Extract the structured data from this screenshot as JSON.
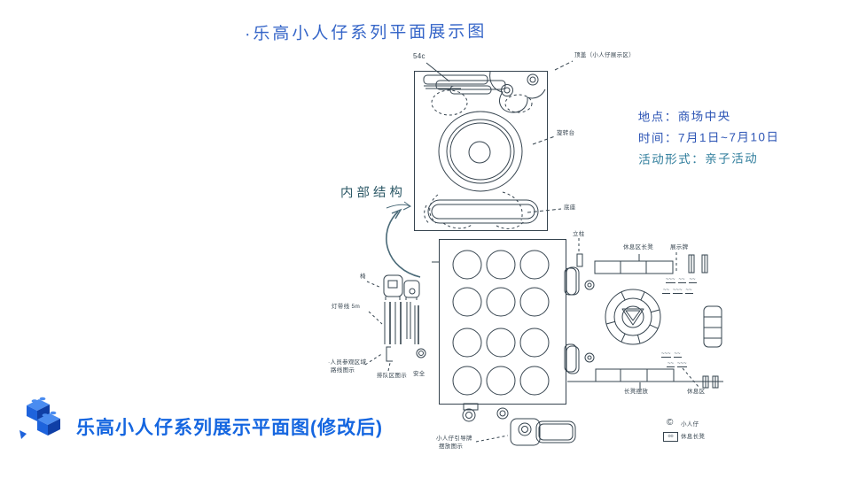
{
  "slide": {
    "background": "#ffffff"
  },
  "title_handwritten": "·乐高小人仔系列平面展示图",
  "event_info": {
    "location": "地点：商场中央",
    "time": "时间：7月1日~7月10日",
    "format": "活动形式：亲子活动"
  },
  "labels": {
    "internal_structure": "内部结构",
    "tray_dim": "54c",
    "top_right_note": "顶盖（小人仔展示区）",
    "turntable": "旋转台",
    "base": "底座",
    "pillar_small": "立柱",
    "bench_top": "休息区长凳",
    "sign_board": "展示牌",
    "bench_bottom": "长凳摆放",
    "rest_area": "休息区",
    "chair": "椅",
    "light_strip": "灯带线 5m",
    "visitor_area_1": "·人员参观区域",
    "visitor_area_2": "路线图示",
    "queue_area": "排队区图示",
    "safety": "安全",
    "sign_label_1": "小人仔引导牌",
    "sign_label_2": "摆放图示",
    "legend_minifig": "小人仔",
    "legend_bench": "休息长凳",
    "legend_box_glyph": "oo",
    "copyright_mark": "©"
  },
  "scribbles": {
    "row1": "~~~ ~~ ~~",
    "row2": "~~ ~~~ ~~",
    "row3": "~~~ ~~",
    "row4": "~~ ~~~"
  },
  "footer": {
    "title": "乐高小人仔系列展示平面图(修改后)"
  },
  "colors": {
    "ink": "#36444f",
    "handwriting_blue": "#3565c8",
    "handwriting_teal": "#2f7d9c",
    "footer_accent": "#1566e0",
    "brick_top": "#4a8cf0",
    "brick_front": "#1e63dc",
    "brick_side": "#0f3fa6"
  }
}
